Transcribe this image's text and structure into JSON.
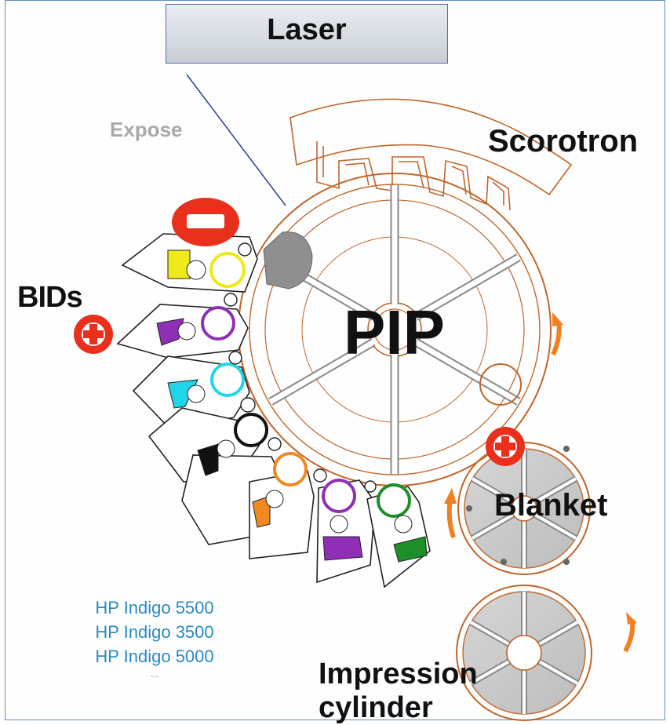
{
  "diagram": {
    "laser": "Laser",
    "expose": "Expose",
    "scorotron": "Scorotron",
    "bids": "BIDs",
    "pip": "PIP",
    "blanket": "Blanket",
    "impression_line1": "Impression",
    "impression_line2": "cylinder",
    "models": [
      "HP Indigo 5500",
      "HP Indigo 3500",
      "HP Indigo 5000"
    ],
    "models_more": "..."
  },
  "colors": {
    "frame_border": "#5a8fb8",
    "drum_outline": "#c0662a",
    "arrow": "#f08020",
    "marker_red": "#e8301c",
    "model_text": "#2a8ac4"
  },
  "bid_ink_colors": [
    "yellow",
    "purple",
    "cyan",
    "black",
    "orange",
    "purple",
    "green"
  ],
  "icons": [
    "minus-badge-icon",
    "plus-badge-icon",
    "rotation-arrow-icon"
  ]
}
